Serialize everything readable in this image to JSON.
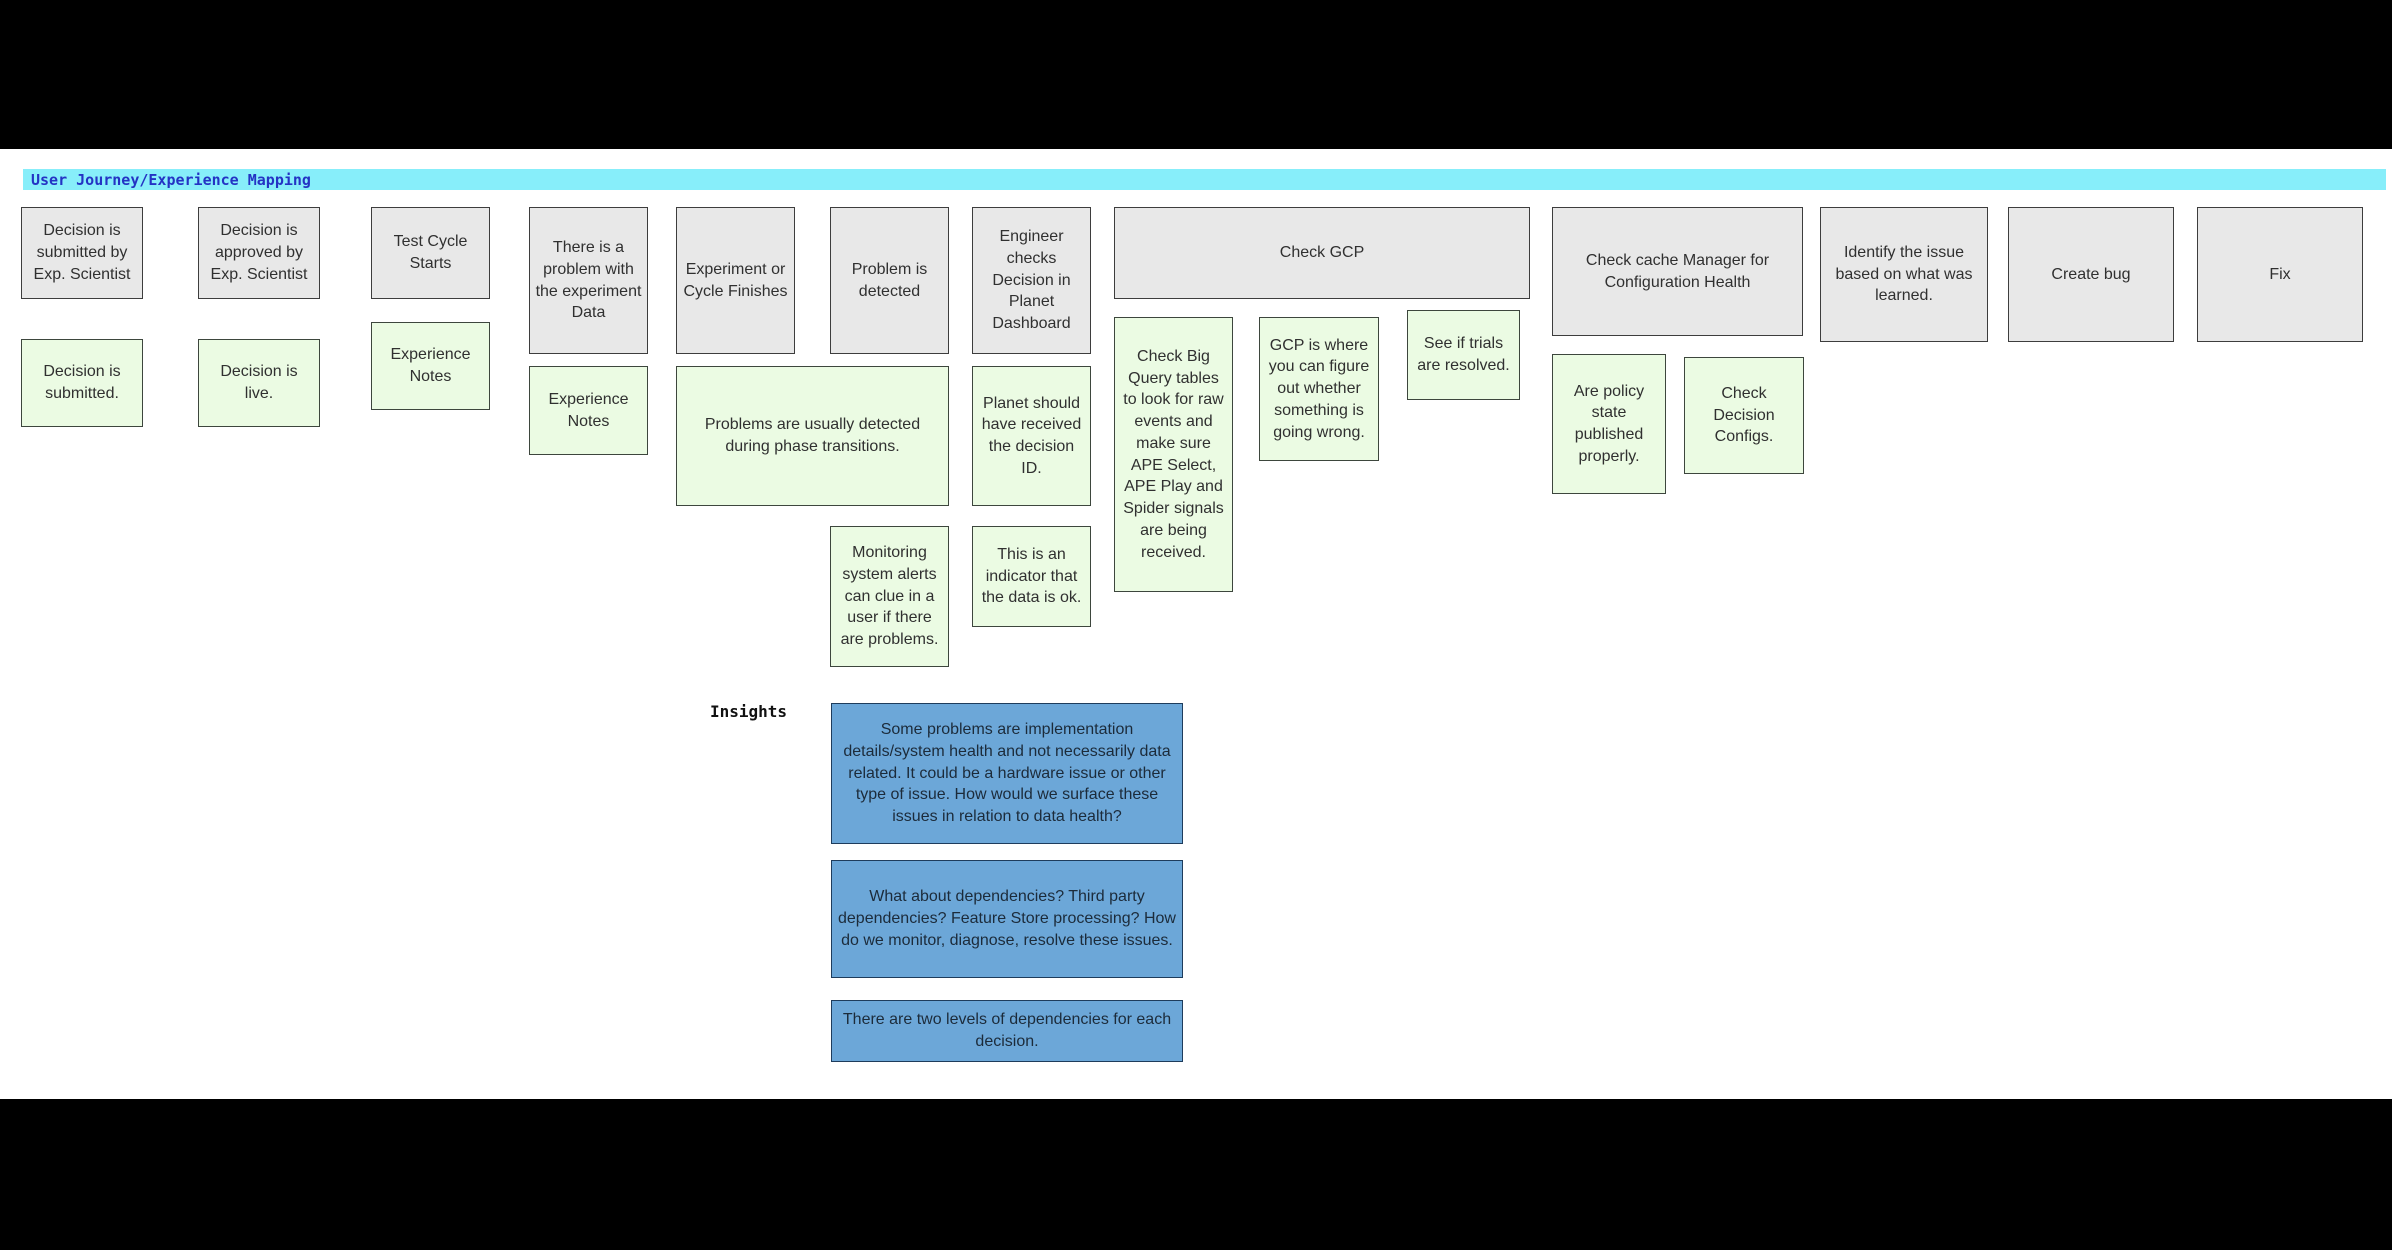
{
  "header": {
    "title": "User Journey/Experience Mapping"
  },
  "stages": [
    {
      "label": "Decision is submitted by Exp. Scientist"
    },
    {
      "label": "Decision is approved by Exp. Scientist"
    },
    {
      "label": "Test Cycle Starts"
    },
    {
      "label": "There is a problem with the experiment Data"
    },
    {
      "label": "Experiment or Cycle Finishes"
    },
    {
      "label": "Problem is detected"
    },
    {
      "label": "Engineer checks Decision in Planet Dashboard"
    },
    {
      "label": "Check GCP"
    },
    {
      "label": "Check cache Manager for Configuration Health"
    },
    {
      "label": "Identify the issue based on what was learned."
    },
    {
      "label": "Create bug"
    },
    {
      "label": "Fix"
    }
  ],
  "notes": [
    {
      "text": "Decision is submitted."
    },
    {
      "text": "Decision is live."
    },
    {
      "text": "Experience Notes"
    },
    {
      "text": "Experience Notes"
    },
    {
      "text": "Problems are usually detected during phase transitions."
    },
    {
      "text": "Monitoring system alerts can clue in a user if there are problems."
    },
    {
      "text": "Planet should have received the decision ID."
    },
    {
      "text": "This is an indicator that the data is ok."
    },
    {
      "text": "Check Big Query tables to look for raw events and make sure APE Select, APE Play and Spider signals are being received."
    },
    {
      "text": "GCP is where you can figure out whether something is going wrong."
    },
    {
      "text": "See if trials are resolved."
    },
    {
      "text": "Are policy state published properly."
    },
    {
      "text": "Check Decision Configs."
    }
  ],
  "insights": {
    "label": "Insights",
    "items": [
      "Some problems are implementation details/system health and not necessarily data related. It could be a hardware issue or other type of issue. How would we surface these issues in relation to data health?",
      "What about dependencies? Third party dependencies? Feature Store processing? How do we monitor, diagnose, resolve these issues.",
      "There are two levels of dependencies for each decision."
    ]
  },
  "colors": {
    "letterbox": "#000000",
    "canvas_bg": "#ffffff",
    "header_bg": "#87eefa",
    "header_text": "#2433c4",
    "stage_fill": "#e8e8e8",
    "stage_border": "#3d3d3d",
    "note_fill": "#ebfbe3",
    "note_border": "#3d463d",
    "insight_fill": "#6ca7d8",
    "insight_border": "#1e3c5c",
    "insight_text": "#1c2b3a",
    "text_dark": "#303030"
  }
}
